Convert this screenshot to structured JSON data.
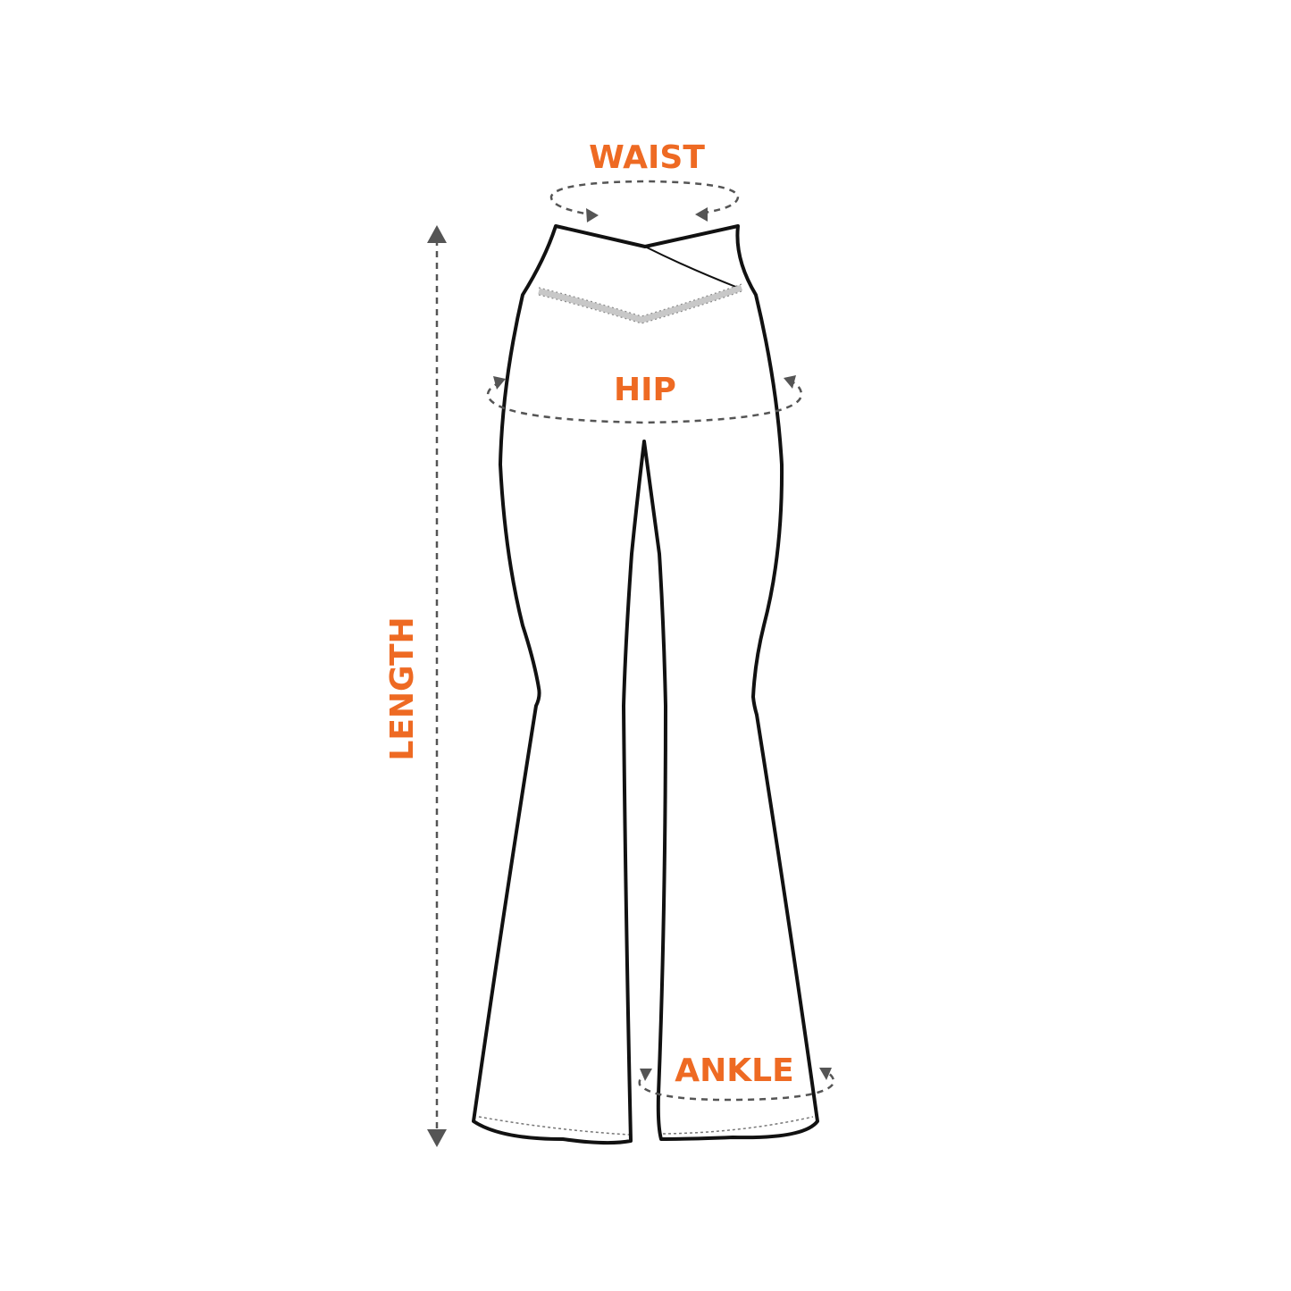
{
  "labels": {
    "waist": "WAIST",
    "hip": "HIP",
    "ankle": "ANKLE",
    "length": "LENGTH"
  },
  "colors": {
    "accent": "#EE6A23",
    "outline": "#111111",
    "guide": "#555555"
  }
}
